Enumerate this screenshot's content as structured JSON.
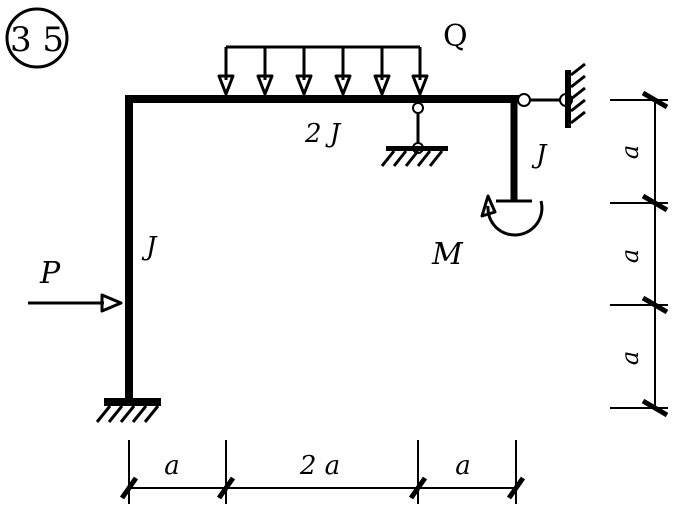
{
  "problem_number": "3 5",
  "loads": {
    "distributed": "Q",
    "point": "P",
    "moment": "M"
  },
  "stiffness": {
    "beam": "2 J",
    "left_column": "J",
    "right_column": "J"
  },
  "dimensions": {
    "horizontal": [
      "a",
      "2 a",
      "a"
    ],
    "vertical": [
      "a",
      "a",
      "a"
    ]
  },
  "colors": {
    "stroke": "#000000",
    "background": "#ffffff"
  }
}
